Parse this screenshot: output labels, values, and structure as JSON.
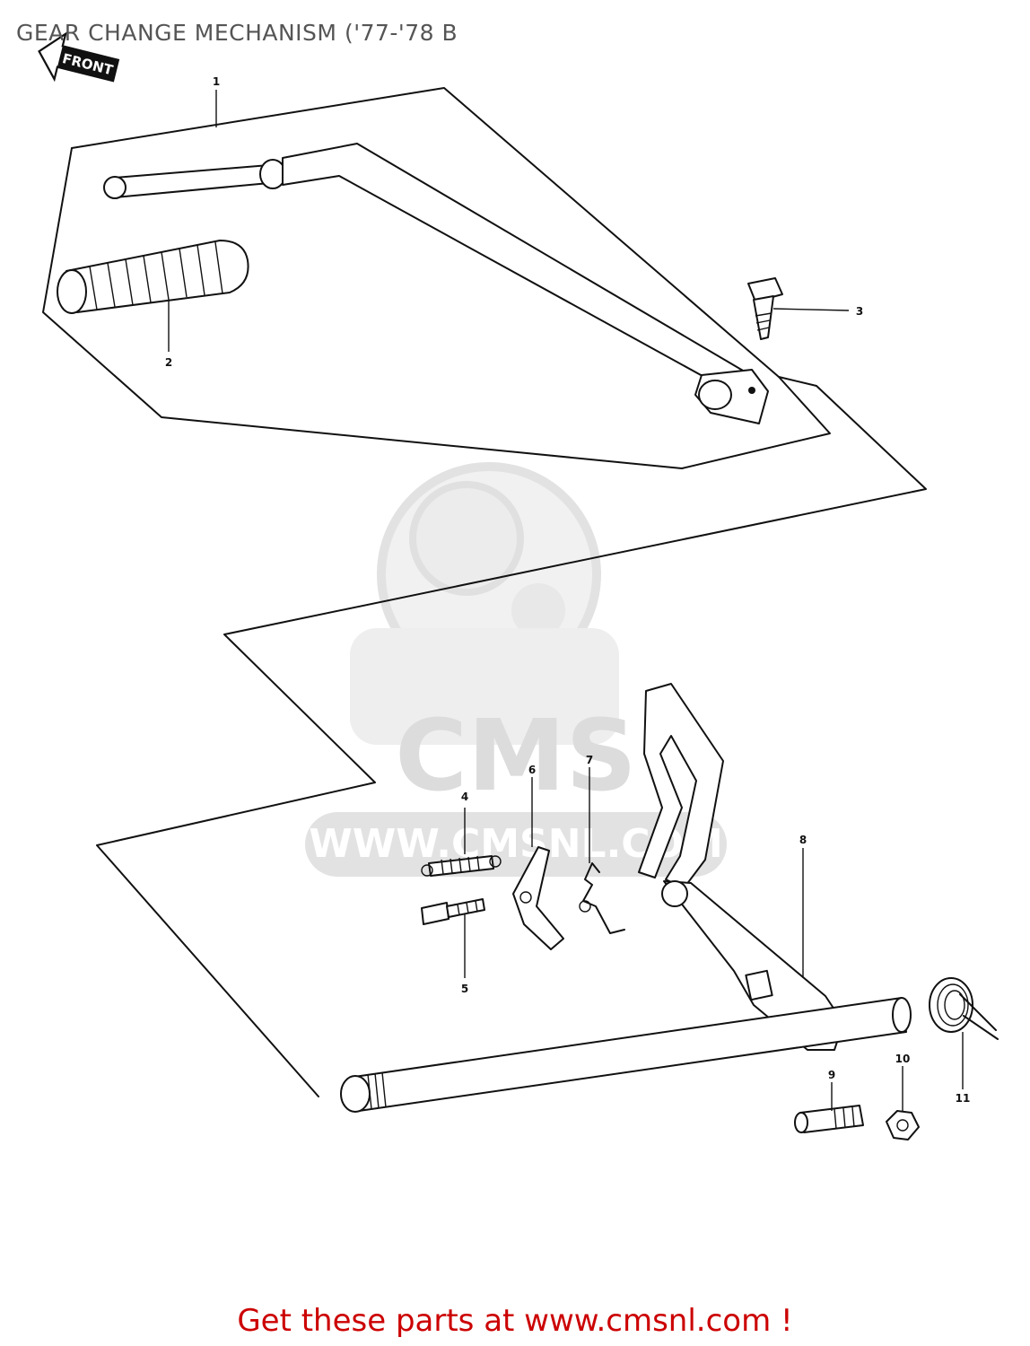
{
  "title": "GEAR CHANGE MECHANISM ('77-'78 B",
  "front_arrow_label": "FRONT",
  "watermark": {
    "logo_text": "CMS",
    "url_text": "WWW.CMSNL.COM",
    "color": "#dddddd"
  },
  "callouts": [
    "1",
    "2",
    "3",
    "4",
    "5",
    "6",
    "7",
    "8",
    "9",
    "10",
    "11"
  ],
  "footer": {
    "text": "Get these parts at www.cmsnl.com !",
    "color": "#cc0000"
  }
}
